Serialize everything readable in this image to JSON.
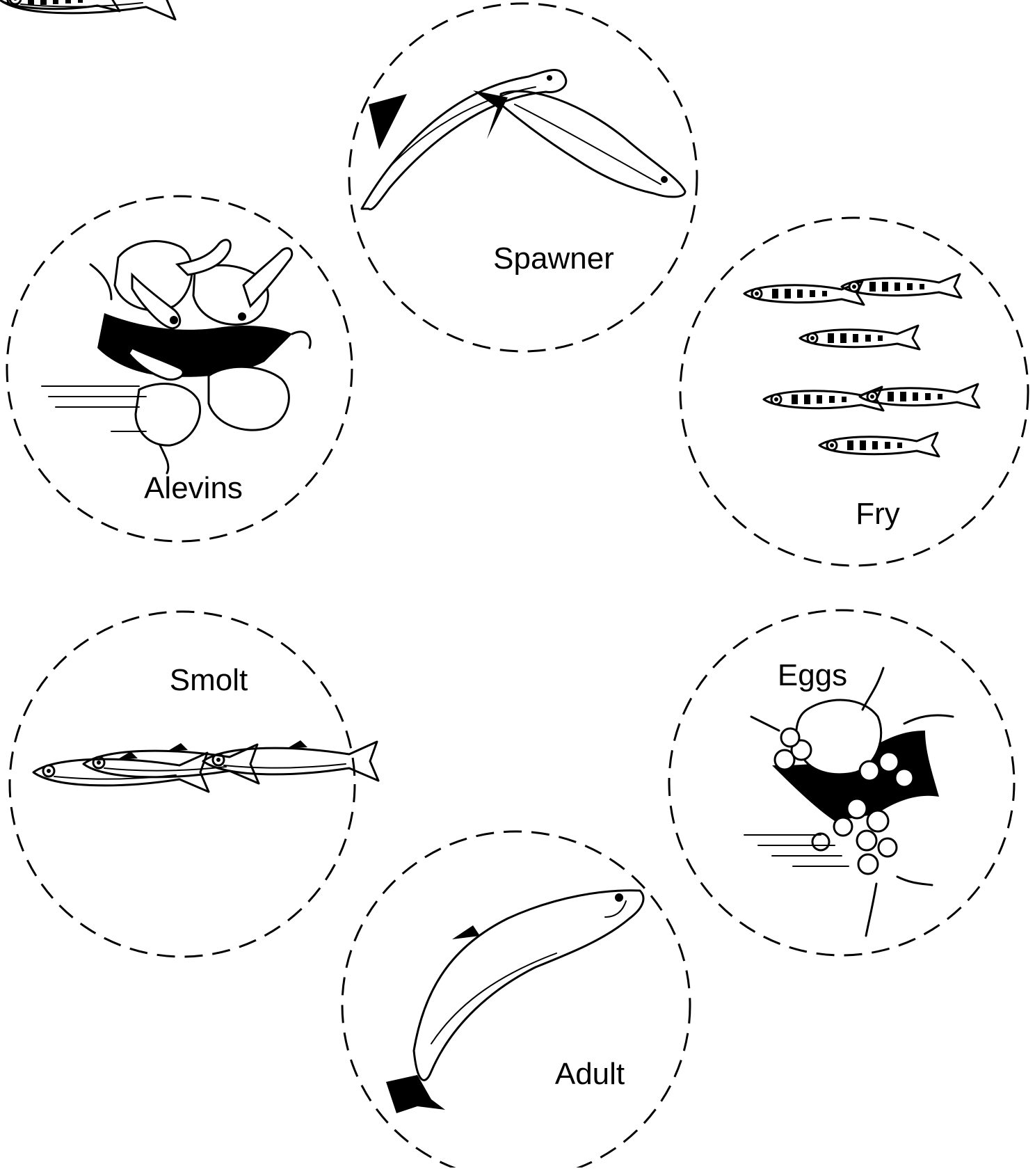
{
  "stages": {
    "spawner": {
      "label": "Spawner",
      "icon": "spawning-salmon-pair-icon"
    },
    "fry": {
      "label": "Fry",
      "icon": "fry-school-icon"
    },
    "eggs": {
      "label": "Eggs",
      "icon": "eggs-in-gravel-icon"
    },
    "adult": {
      "label": "Adult",
      "icon": "adult-salmon-icon"
    },
    "smolt": {
      "label": "Smolt",
      "icon": "smolt-school-icon"
    },
    "alevins": {
      "label": "Alevins",
      "icon": "alevins-in-gravel-icon"
    }
  }
}
